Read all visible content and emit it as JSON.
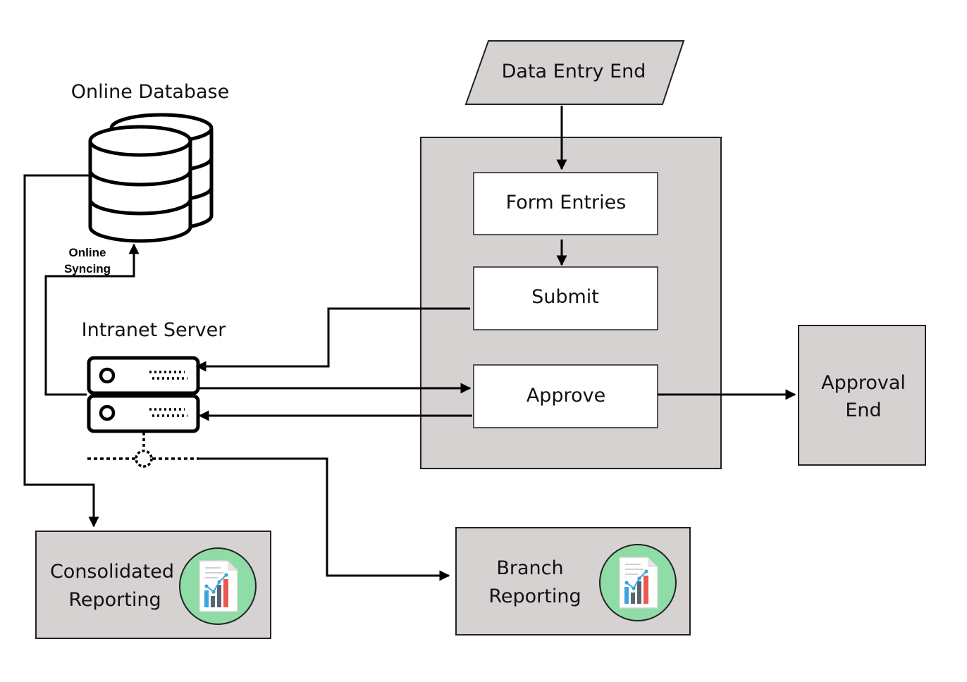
{
  "nodes": {
    "data_entry_end": "Data Entry End",
    "form_entries": "Form Entries",
    "submit": "Submit",
    "approve": "Approve",
    "approval_end": [
      "Approval",
      "End"
    ],
    "online_database": "Online Database",
    "intranet_server": "Intranet Server",
    "consolidated_reporting": [
      "Consolidated",
      "Reporting"
    ],
    "branch_reporting": [
      "Branch",
      "Reporting"
    ]
  },
  "edges": {
    "online_syncing": [
      "Online",
      "Syncing"
    ]
  },
  "colors": {
    "panel_fill": "#d6d2d2",
    "box_fill": "#ffffff",
    "line": "#000000",
    "report_circle": "#8fdca6",
    "report_bar_blue": "#3aa3e0",
    "report_bar_gray": "#5a6470",
    "report_bar_red": "#e85a4f"
  },
  "icons": {
    "database": "database-stack-icon",
    "server": "server-rack-icon",
    "report": "report-chart-icon"
  }
}
